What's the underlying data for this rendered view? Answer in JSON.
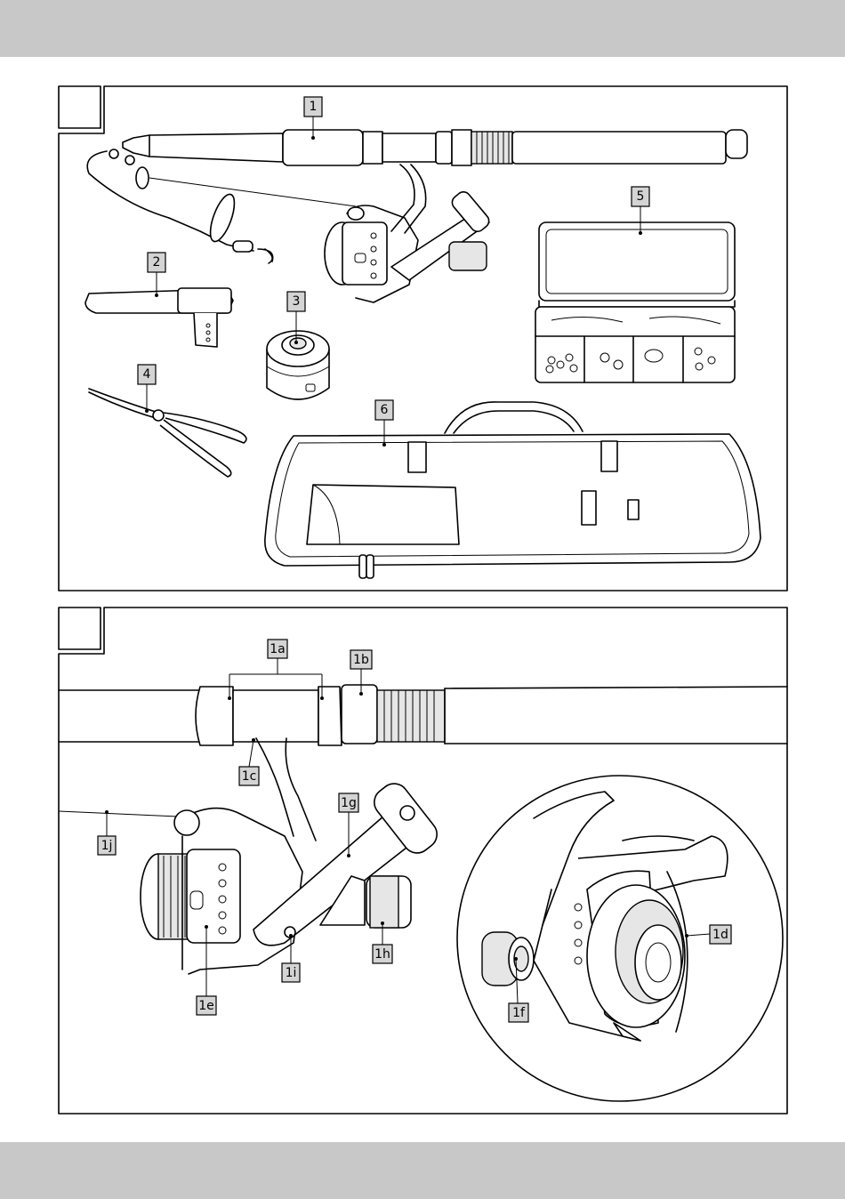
{
  "figure_top": {
    "labels": {
      "rod": "1",
      "spare_spool": "2",
      "reel_spool": "3",
      "pliers": "4",
      "tackle_box": "5",
      "carry_bag": "6"
    }
  },
  "figure_bottom": {
    "labels": {
      "rod_rings": "1a",
      "reel_seat": "1b",
      "reel_foot": "1c",
      "drag_knob": "1d",
      "spool": "1e",
      "antireverse_switch": "1f",
      "crank_handle": "1g",
      "handle_knob": "1h",
      "bail_release": "1i",
      "line": "1j"
    }
  }
}
